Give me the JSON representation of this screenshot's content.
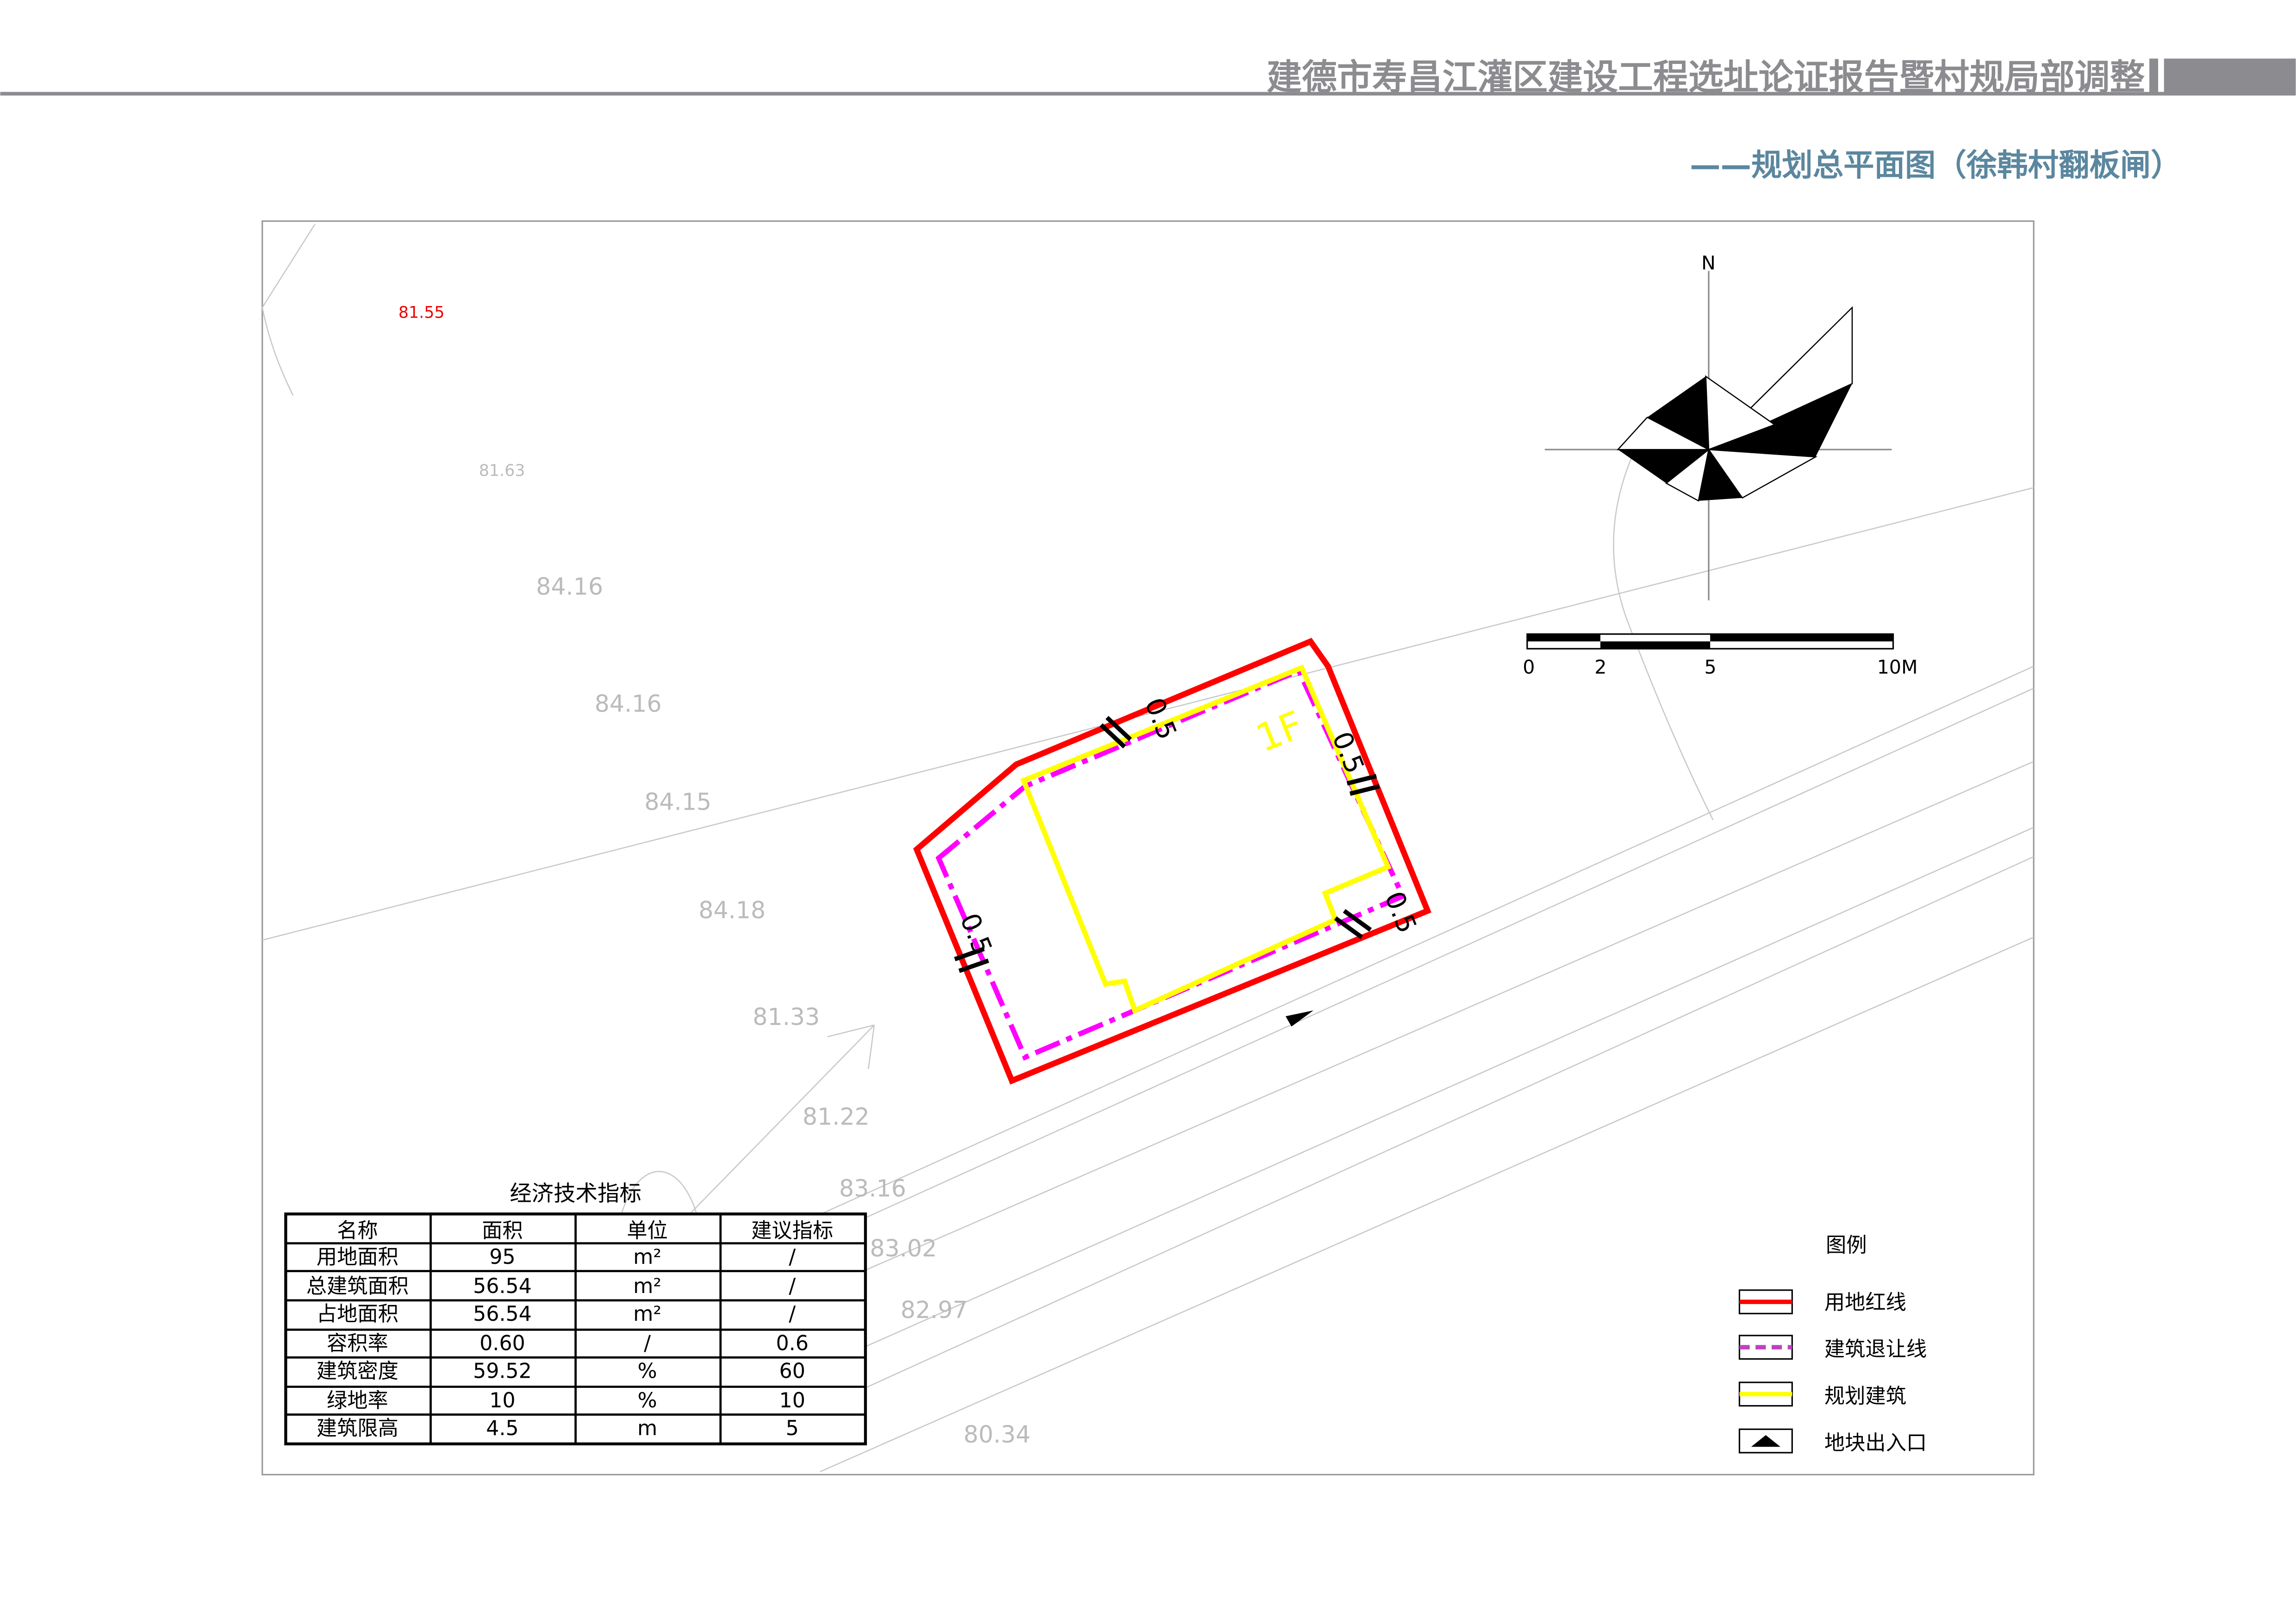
{
  "header": {
    "title": "建德市寿昌江灌区建设工程选址论证报告暨村规局部调整",
    "subtitle": "——规划总平面图（徐韩村翻板闸）"
  },
  "colors": {
    "header_gray": "#8c8c90",
    "subtitle_blue": "#5b879f",
    "red_line": "#ff0000",
    "setback": "#ff00ff",
    "building": "#ffff00"
  },
  "elevations": [
    "81.55",
    "81.63",
    "84.16",
    "84.16",
    "84.15",
    "84.18",
    "81.33",
    "81.22",
    "83.16",
    "83.02",
    "82.97",
    "80.34"
  ],
  "plan": {
    "floor_label": "1F",
    "setback_labels": [
      "0.5",
      "0.5",
      "0.5",
      "0.5"
    ]
  },
  "compass": {
    "north": "N"
  },
  "scale_bar": {
    "ticks": [
      "0",
      "2",
      "5",
      "10M"
    ]
  },
  "table": {
    "title": "经济技术指标",
    "headers": [
      "名称",
      "面积",
      "单位",
      "建议指标"
    ],
    "rows": [
      [
        "用地面积",
        "95",
        "m²",
        "/"
      ],
      [
        "总建筑面积",
        "56.54",
        "m²",
        "/"
      ],
      [
        "占地面积",
        "56.54",
        "m²",
        "/"
      ],
      [
        "容积率",
        "0.60",
        "/",
        "0.6"
      ],
      [
        "建筑密度",
        "59.52",
        "%",
        "60"
      ],
      [
        "绿地率",
        "10",
        "%",
        "10"
      ],
      [
        "建筑限高",
        "4.5",
        "m",
        "5"
      ]
    ]
  },
  "legend": {
    "title": "图例",
    "items": [
      "用地红线",
      "建筑退让线",
      "规划建筑",
      "地块出入口"
    ]
  }
}
